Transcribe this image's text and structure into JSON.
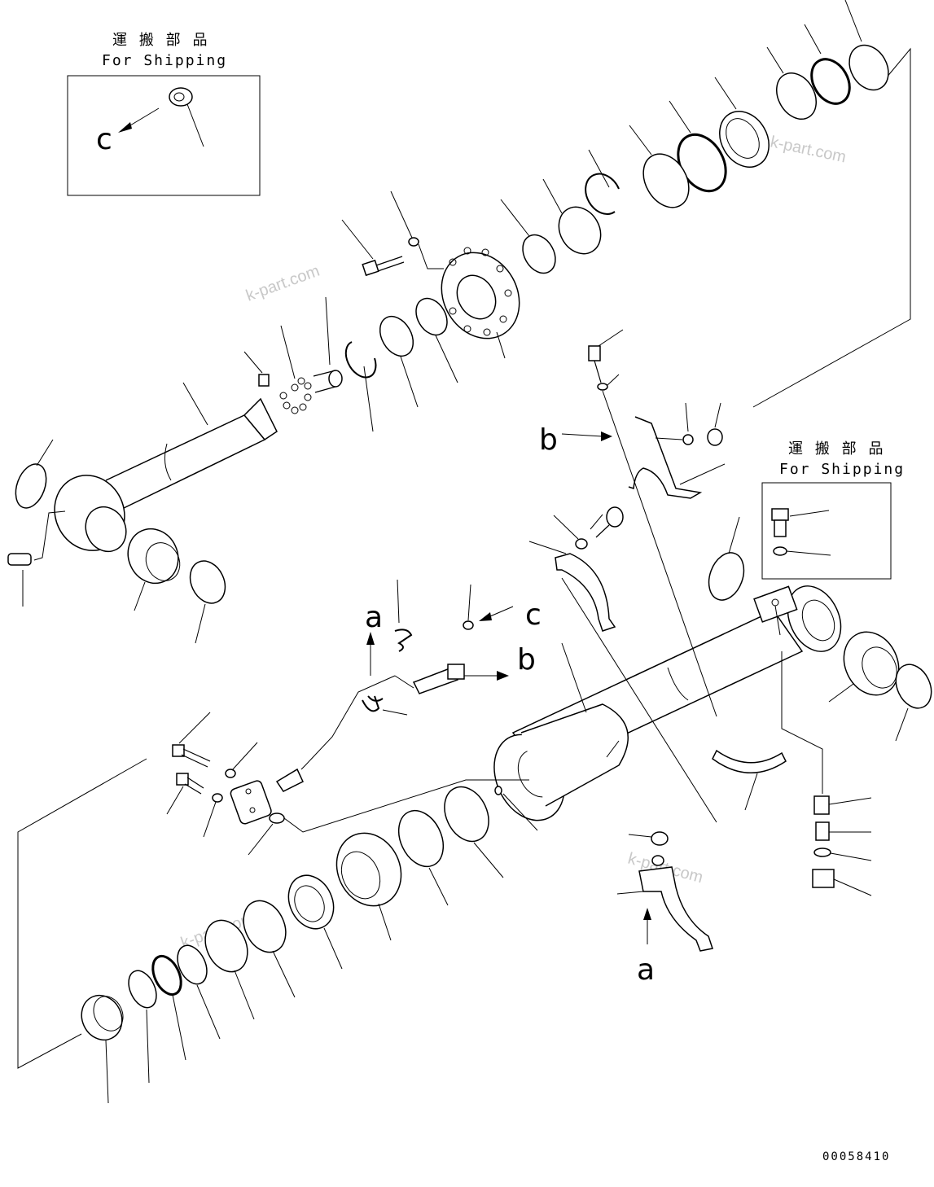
{
  "shipping_box_1": {
    "title_jp": "運 搬 部 品",
    "title_en": "For Shipping",
    "callout": "c"
  },
  "shipping_box_2": {
    "title_jp": "運 搬 部 品",
    "title_en": "For Shipping"
  },
  "callouts": {
    "a_left": "a",
    "b_top": "b",
    "c_mid": "c",
    "b_mid": "b",
    "a_bottom": "a"
  },
  "watermarks": [
    "k-part.com",
    "k-part.com",
    "k-part.com",
    "k-part.com"
  ],
  "drawing_number": "00058410"
}
